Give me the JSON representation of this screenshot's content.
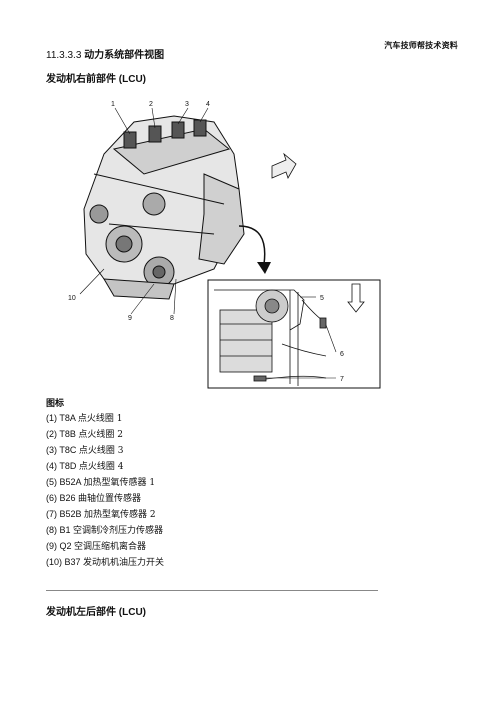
{
  "header": {
    "watermark": "汽车技师帮技术资料",
    "section_number": "11.3.3.3",
    "section_title": "动力系统部件视图"
  },
  "subheadings": [
    "发动机右前部件 (LCU)",
    "发动机左后部件 (LCU)"
  ],
  "figure": {
    "callouts": [
      "1",
      "2",
      "3",
      "4",
      "5",
      "6",
      "7",
      "8",
      "9",
      "10"
    ]
  },
  "legend": {
    "title": "图标",
    "items": [
      {
        "code": "(1) T8A",
        "desc": "点火线圈 1"
      },
      {
        "code": "(2) T8B",
        "desc": "点火线圈 2"
      },
      {
        "code": "(3) T8C",
        "desc": "点火线圈 3"
      },
      {
        "code": "(4) T8D",
        "desc": "点火线圈 4"
      },
      {
        "code": "(5) B52A",
        "desc": "加热型氧传感器 1"
      },
      {
        "code": "(6) B26",
        "desc": "曲轴位置传感器"
      },
      {
        "code": "(7) B52B",
        "desc": "加热型氧传感器 2"
      },
      {
        "code": "(8) B1",
        "desc": "空调制冷剂压力传感器"
      },
      {
        "code": "(9) Q2",
        "desc": "空调压缩机离合器"
      },
      {
        "code": "(10) B37",
        "desc": "发动机机油压力开关"
      }
    ]
  }
}
